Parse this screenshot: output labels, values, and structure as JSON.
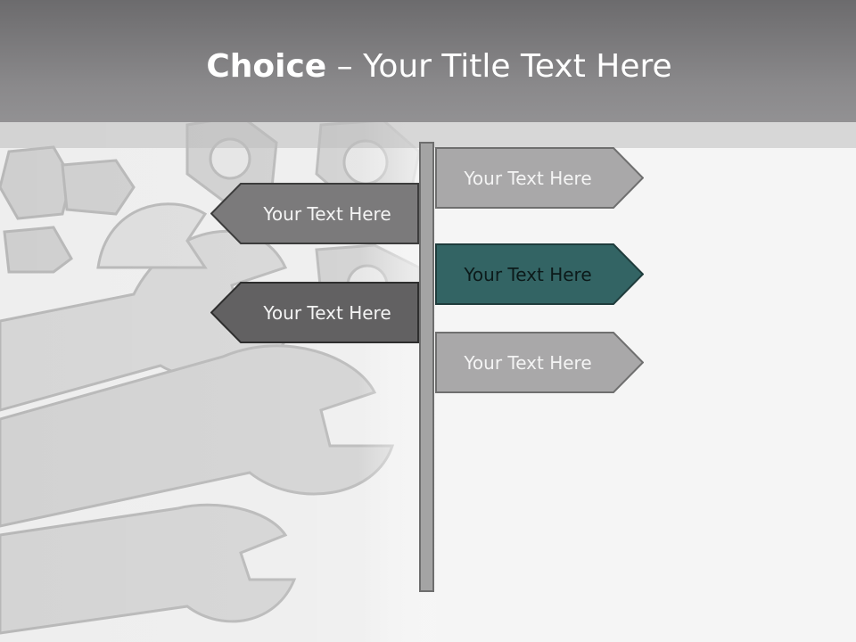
{
  "title": {
    "bold_text": "Choice",
    "rest_text": " – Your Title Text Here"
  },
  "signs": [
    {
      "label": "Your Text Here",
      "direction": "right",
      "fill": "#a9a8a9",
      "stroke": "#6f6f6f",
      "text_color": "#f4f4f4"
    },
    {
      "label": "Your Text Here",
      "direction": "left",
      "fill": "#7b7a7b",
      "stroke": "#3c3c3c",
      "text_color": "#f4f4f4"
    },
    {
      "label": "Your Text Here",
      "direction": "right",
      "fill": "#336464",
      "stroke": "#1f3c3c",
      "text_color": "#0c1a1a"
    },
    {
      "label": "Your Text Here",
      "direction": "left",
      "fill": "#626162",
      "stroke": "#2e2e2e",
      "text_color": "#f4f4f4"
    },
    {
      "label": "Your Text Here",
      "direction": "right",
      "fill": "#a9a8a9",
      "stroke": "#6f6f6f",
      "text_color": "#f4f4f4"
    }
  ],
  "colors": {
    "title_bar": "#7c7b7d",
    "post": "#a4a4a4",
    "background": "#f5f5f5"
  }
}
